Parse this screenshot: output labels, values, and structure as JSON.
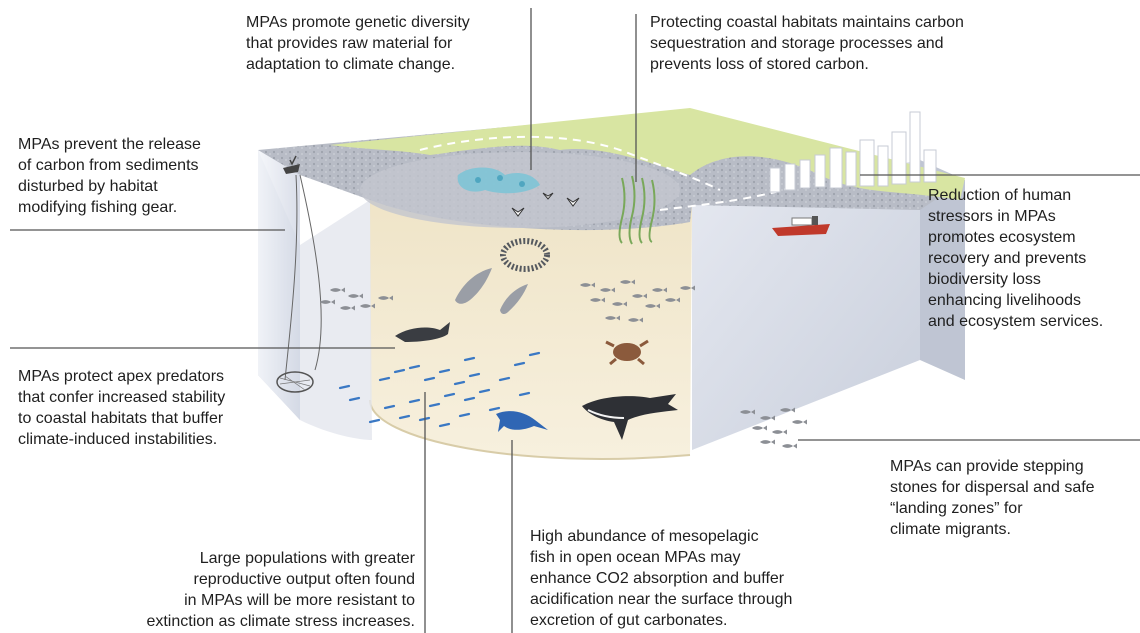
{
  "annotations": {
    "genetic_diversity": "MPAs promote genetic diversity\nthat provides raw material for\nadaptation to climate change.",
    "coastal_carbon": "Protecting coastal habitats maintains carbon\nsequestration and storage processes and\nprevents loss of stored carbon.",
    "sediment_carbon": "MPAs prevent the release\nof carbon from sediments\ndisturbed by habitat\nmodifying fishing gear.",
    "human_stressors": "Reduction of human\nstressors in MPAs\npromotes ecosystem\nrecovery and prevents\nbiodiversity loss\nenhancing livelihoods\nand ecosystem services.",
    "apex_predators": "MPAs protect apex predators\nthat confer increased stability\nto coastal habitats that buffer\nclimate-induced instabilities.",
    "stepping_stones": "MPAs can provide stepping\nstones for dispersal and safe\n“landing zones” for\nclimate migrants.",
    "mesopelagic": "High abundance of mesopelagic\nfish in open ocean MPAs may\nenhance CO2 absorption and buffer\nacidification near the surface through\nexcretion of gut carbonates.",
    "large_populations": "Large populations with greater\nreproductive output often found\nin MPAs will be more resistant to\nextinction as climate stress increases."
  },
  "colors": {
    "land": "#d6e3a0",
    "seafloor": "#b9bcc4",
    "block": "#dfe3ee",
    "water": "#f1e7cc",
    "fish": "#8c8f95",
    "fish_blue": "#3a78c4",
    "leader": "#555555"
  },
  "icons": [
    "trawler-boat-icon",
    "ship-icon",
    "seabird-icon",
    "dolphin-icon",
    "shark-icon",
    "turtle-icon",
    "whale-icon",
    "marlin-icon",
    "fish-school-icon",
    "coral-reef-icon",
    "seagrass-icon",
    "city-icon",
    "trawl-net-icon"
  ]
}
